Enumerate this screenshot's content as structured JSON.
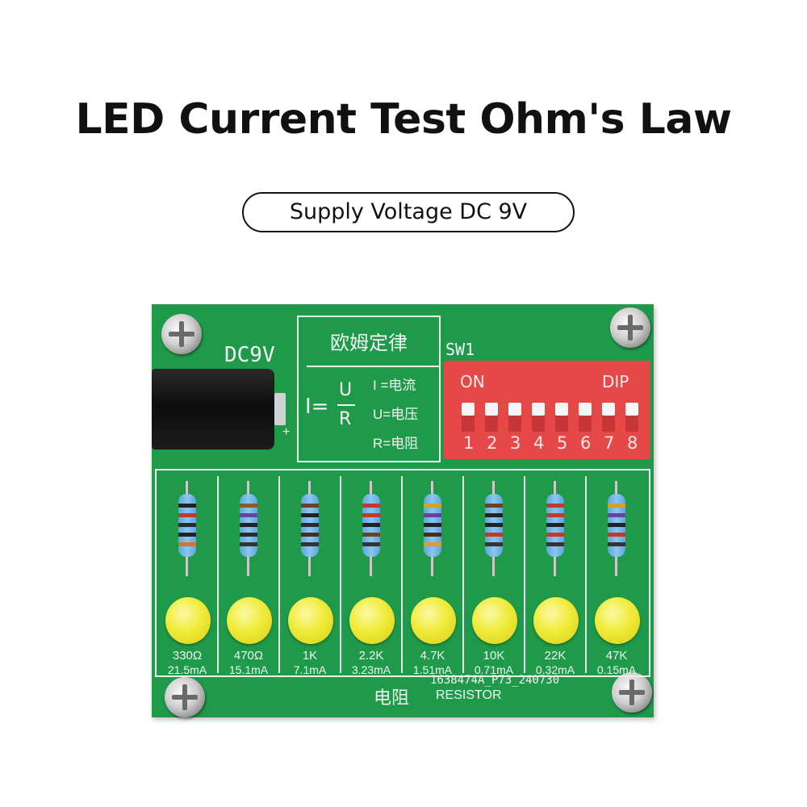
{
  "header": {
    "title": "LED Current Test Ohm's Law",
    "supply_label": "Supply Voltage DC 9V"
  },
  "board": {
    "dc_label": "DC9V",
    "plus_sign": "+",
    "formula_title": "欧姆定律",
    "formula_i": "I=",
    "formula_u": "U",
    "formula_r": "R",
    "legend": [
      "I =电流",
      "U=电压",
      "R=电阻"
    ],
    "switch_label": "SW1",
    "dip_on": "ON",
    "dip_label": "DIP",
    "dip_numbers": [
      "1",
      "2",
      "3",
      "4",
      "5",
      "6",
      "7",
      "8"
    ],
    "resistors": [
      {
        "value": "330Ω",
        "current": "21.5mA"
      },
      {
        "value": "470Ω",
        "current": "15.1mA"
      },
      {
        "value": "1K",
        "current": "7.1mA"
      },
      {
        "value": "2.2K",
        "current": "3.23mA"
      },
      {
        "value": "4.7K",
        "current": "1.51mA"
      },
      {
        "value": "10K",
        "current": "0.71mA"
      },
      {
        "value": "22K",
        "current": "0.32mA"
      },
      {
        "value": "47K",
        "current": "0.15mA"
      }
    ],
    "part_code": "1638474A_P73_240730",
    "resistor_cn": "电阻",
    "resistor_en": "RESISTOR"
  },
  "colors": {
    "pcb": "#1f9a4a",
    "dip": "#e64848",
    "led": "#f0eb3a"
  }
}
